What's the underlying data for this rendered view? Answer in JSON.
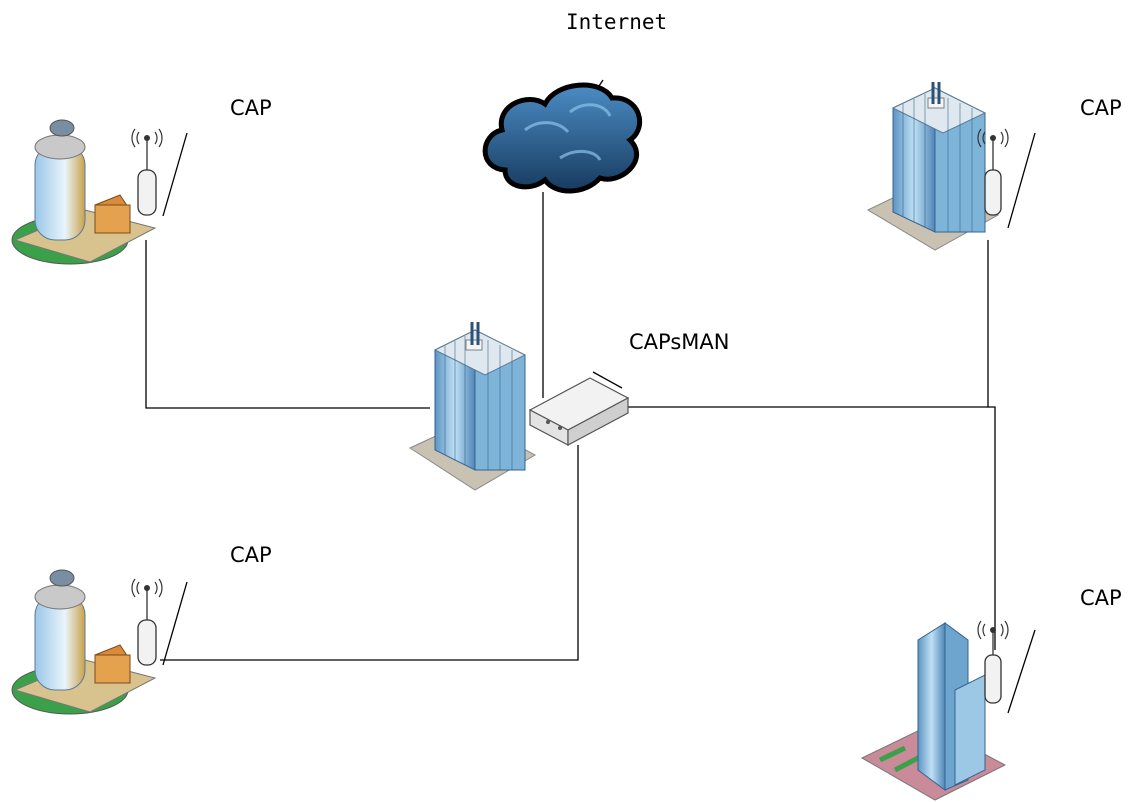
{
  "labels": {
    "internet": "Internet",
    "capsman": "CAPsMAN",
    "cap_top_left": "CAP",
    "cap_top_right": "CAP",
    "cap_bottom_left": "CAP",
    "cap_bottom_right": "CAP"
  },
  "nodes": [
    {
      "id": "internet",
      "kind": "cloud-icon"
    },
    {
      "id": "capsman",
      "kind": "router-icon"
    },
    {
      "id": "central-building",
      "kind": "office-tower-icon"
    },
    {
      "id": "cap-top-left",
      "kind": "hotel-building-icon"
    },
    {
      "id": "cap-top-right",
      "kind": "office-tower-icon"
    },
    {
      "id": "cap-bottom-left",
      "kind": "hotel-building-icon"
    },
    {
      "id": "cap-bottom-right",
      "kind": "skyscraper-icon"
    }
  ],
  "colors": {
    "line": "#000000",
    "cloud": "#2f6fa3",
    "glass": "#7fb4d9",
    "ground_green": "#3aa14a"
  }
}
